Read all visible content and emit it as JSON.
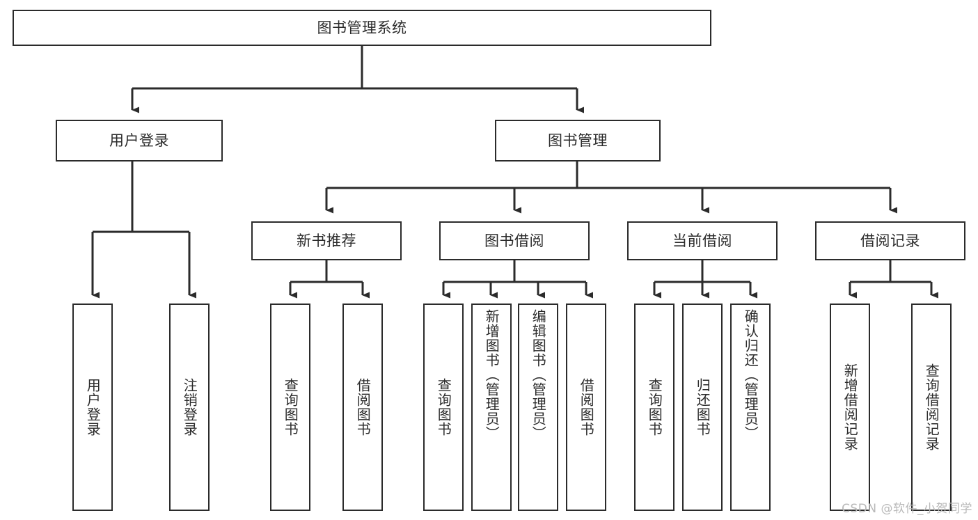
{
  "diagram": {
    "title": "图书管理系统",
    "type": "hierarchy-tree",
    "colors": {
      "stroke": "#2b2b2b",
      "fill": "#ffffff",
      "background": "#ffffff",
      "watermark": "#b9b9b9"
    },
    "root": {
      "label": "图书管理系统"
    },
    "level2": [
      {
        "label": "用户登录"
      },
      {
        "label": "图书管理"
      }
    ],
    "level3": [
      {
        "label": "新书推荐"
      },
      {
        "label": "图书借阅"
      },
      {
        "label": "当前借阅"
      },
      {
        "label": "借阅记录"
      }
    ],
    "leaves": {
      "user_login": [
        {
          "label": "用户登录"
        },
        {
          "label": "注销登录"
        }
      ],
      "new_book_recommend": [
        {
          "label": "查询图书"
        },
        {
          "label": "借阅图书"
        }
      ],
      "book_borrow": [
        {
          "label": "查询图书"
        },
        {
          "label": "新增图书（管理员）"
        },
        {
          "label": "编辑图书（管理员）"
        },
        {
          "label": "借阅图书"
        }
      ],
      "current_borrow": [
        {
          "label": "查询图书"
        },
        {
          "label": "归还图书"
        },
        {
          "label": "确认归还（管理员）"
        }
      ],
      "borrow_record": [
        {
          "label": "新增借阅记录"
        },
        {
          "label": "查询借阅记录"
        }
      ]
    },
    "watermark": "CSDN @软件_小贺同学"
  }
}
